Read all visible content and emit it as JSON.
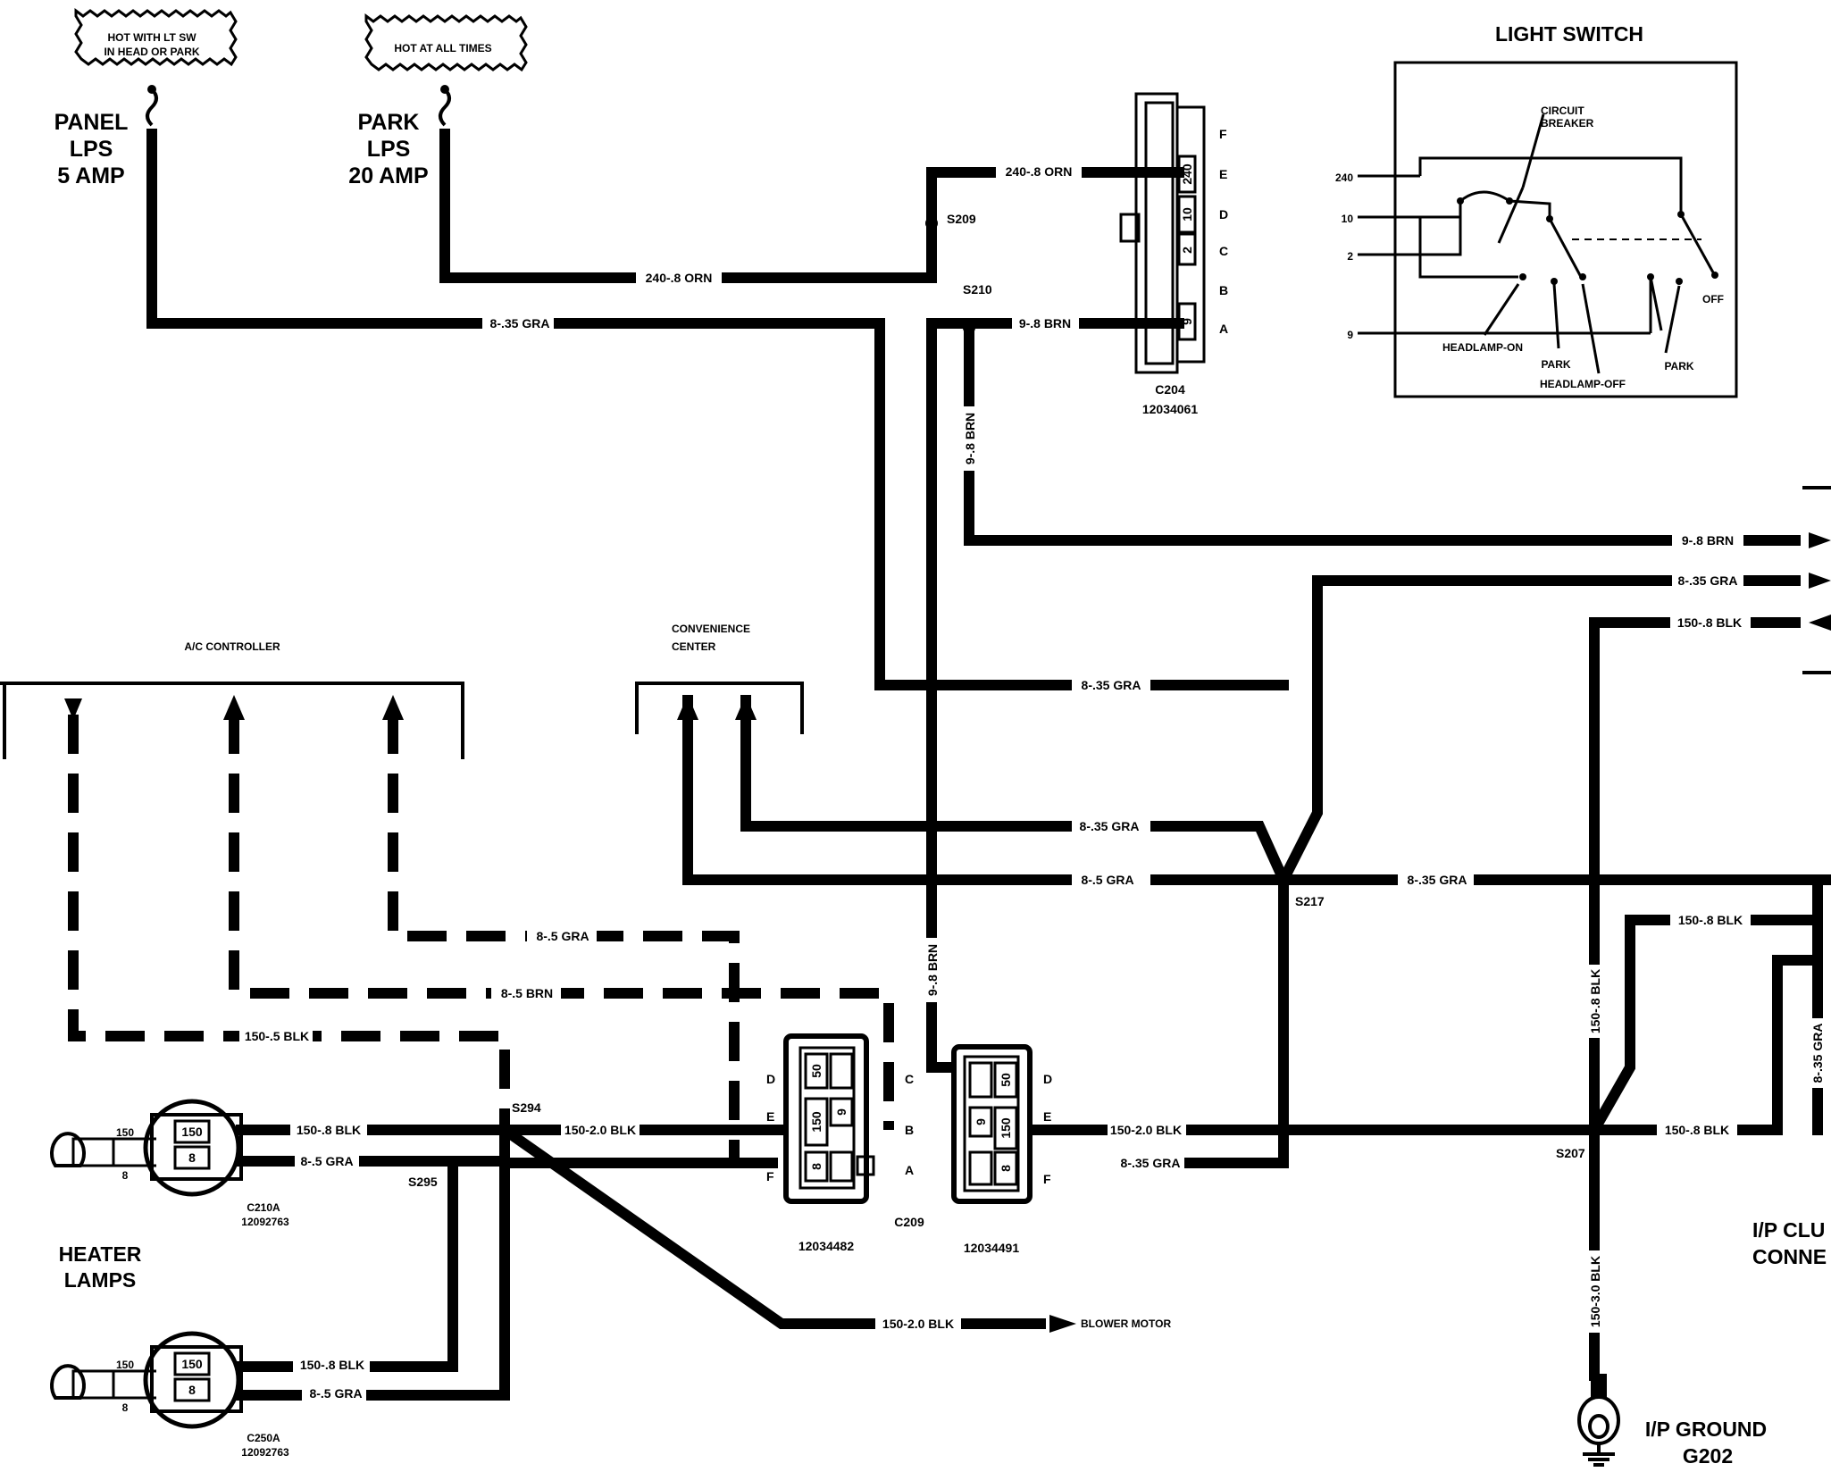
{
  "banners": {
    "panel_hot": [
      "HOT WITH LT SW",
      "IN HEAD OR PARK"
    ],
    "park_hot": "HOT AT ALL TIMES"
  },
  "fuses": {
    "panel": [
      "PANEL",
      "LPS",
      "5 AMP"
    ],
    "park": [
      "PARK",
      "LPS",
      "20 AMP"
    ]
  },
  "light_switch": {
    "title": "LIGHT SWITCH",
    "circuit_breaker": [
      "CIRCUIT",
      "BREAKER"
    ],
    "terminals": [
      "240",
      "10",
      "2",
      "9"
    ],
    "labels": {
      "headlamp_on": "HEADLAMP-ON",
      "park1": "PARK",
      "headlamp_off": "HEADLAMP-OFF",
      "park2": "PARK",
      "off": "OFF"
    }
  },
  "connector_c204": {
    "name": "C204",
    "part": "12034061",
    "pins": [
      "F",
      "E",
      "D",
      "C",
      "B",
      "A"
    ],
    "cavities": [
      "240",
      "10",
      "2",
      "9"
    ]
  },
  "splices": [
    "S209",
    "S210",
    "S217",
    "S294",
    "S295",
    "S207"
  ],
  "modules": {
    "ac_controller": "A/C CONTROLLER",
    "convenience_center": [
      "CONVENIENCE",
      "CENTER"
    ],
    "heater_lamps": [
      "HEATER",
      "LAMPS"
    ],
    "ip_cluster": [
      "I/P CLU",
      "CONNE"
    ],
    "ip_ground": [
      "I/P GROUND",
      "G202"
    ],
    "blower_motor": "BLOWER MOTOR"
  },
  "connector_c209": {
    "name": "C209",
    "left_part": "12034482",
    "right_part": "12034491",
    "left_pins": [
      "D",
      "E",
      "F"
    ],
    "middle_pins": [
      "C",
      "B",
      "A"
    ],
    "right_pins": [
      "D",
      "E",
      "F"
    ],
    "cavities": [
      "50",
      "150",
      "9",
      "8"
    ]
  },
  "heater_connectors": {
    "c210a": {
      "name": "C210A",
      "part": "12092763",
      "pins": [
        "150",
        "8"
      ]
    },
    "c250a": {
      "name": "C250A",
      "part": "12092763",
      "pins": [
        "150",
        "8"
      ]
    }
  },
  "wire_labels": {
    "orn_top": "240-.8 ORN",
    "orn_park": "240-.8 ORN",
    "gra_top": "8-.35 GRA",
    "brn_top": "9-.8 BRN",
    "brn_vert": "9-.8 BRN",
    "brn_right": "9-.8 BRN",
    "gra_right": "8-.35 GRA",
    "blk_right": "150-.8 BLK",
    "gra_mid1": "8-.35 GRA",
    "gra_mid2": "8-.35 GRA",
    "gra_mid3": "8-.5 GRA",
    "gra_s217_right": "8-.35 GRA",
    "blk_cluster": "150-.8 BLK",
    "blk_vert": "150-.8 BLK",
    "gra_vert_right": "8-.35 GRA",
    "gra_ac": "8-.5 GRA",
    "brn_ac": "8-.5 BRN",
    "blk_ac": "150-.5 BLK",
    "blk_heater1": "150-.8 BLK",
    "gra_heater1": "8-.5 GRA",
    "blk_s294": "150-2.0 BLK",
    "blk_c209_right": "150-2.0 BLK",
    "gra_c209_right": "8-.35 GRA",
    "blk_s207": "150-.8 BLK",
    "blk_ground": "150-3.0 BLK",
    "blk_heater2": "150-.8 BLK",
    "gra_heater2": "8-.5 GRA",
    "blk_blower": "150-2.0 BLK",
    "brn_c209": "9-.8 BRN"
  }
}
